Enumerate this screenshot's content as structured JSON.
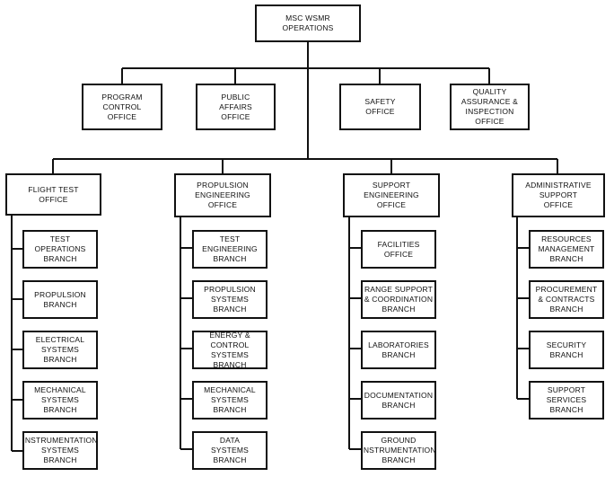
{
  "root": {
    "label": "MSC WSMR\nOPERATIONS"
  },
  "staff_offices": [
    {
      "id": "program-control-office",
      "label": "PROGRAM\nCONTROL\nOFFICE"
    },
    {
      "id": "public-affairs-office",
      "label": "PUBLIC\nAFFAIRS\nOFFICE"
    },
    {
      "id": "safety-office",
      "label": "SAFETY\nOFFICE"
    },
    {
      "id": "quality-assurance-office",
      "label": "QUALITY\nASSURANCE &\nINSPECTION\nOFFICE"
    }
  ],
  "divisions": [
    {
      "id": "flight-test-office",
      "label": "FLIGHT TEST\nOFFICE",
      "branches": [
        {
          "id": "test-operations-branch",
          "label": "TEST\nOPERATIONS\nBRANCH"
        },
        {
          "id": "propulsion-branch",
          "label": "PROPULSION\nBRANCH"
        },
        {
          "id": "electrical-systems-branch",
          "label": "ELECTRICAL\nSYSTEMS\nBRANCH"
        },
        {
          "id": "mechanical-systems-branch",
          "label": "MECHANICAL\nSYSTEMS\nBRANCH"
        },
        {
          "id": "instrumentation-systems-branch",
          "label": "INSTRUMENTATION\nSYSTEMS\nBRANCH"
        }
      ]
    },
    {
      "id": "propulsion-engineering-office",
      "label": "PROPULSION\nENGINEERING\nOFFICE",
      "branches": [
        {
          "id": "test-engineering-branch",
          "label": "TEST\nENGINEERING\nBRANCH"
        },
        {
          "id": "propulsion-systems-branch",
          "label": "PROPULSION\nSYSTEMS\nBRANCH"
        },
        {
          "id": "energy-control-systems-branch",
          "label": "ENERGY &\nCONTROL SYSTEMS\nBRANCH"
        },
        {
          "id": "mechanical-systems-branch-2",
          "label": "MECHANICAL\nSYSTEMS\nBRANCH"
        },
        {
          "id": "data-systems-branch",
          "label": "DATA\nSYSTEMS\nBRANCH"
        }
      ]
    },
    {
      "id": "support-engineering-office",
      "label": "SUPPORT\nENGINEERING\nOFFICE",
      "branches": [
        {
          "id": "facilities-office",
          "label": "FACILITIES\nOFFICE"
        },
        {
          "id": "range-support-branch",
          "label": "RANGE SUPPORT\n& COORDINATION\nBRANCH"
        },
        {
          "id": "laboratories-branch",
          "label": "LABORATORIES\nBRANCH"
        },
        {
          "id": "documentation-branch",
          "label": "DOCUMENTATION\nBRANCH"
        },
        {
          "id": "ground-instrumentation-branch",
          "label": "GROUND\nINSTRUMENTATION\nBRANCH"
        }
      ]
    },
    {
      "id": "administrative-support-office",
      "label": "ADMINISTRATIVE\nSUPPORT\nOFFICE",
      "branches": [
        {
          "id": "resources-management-branch",
          "label": "RESOURCES\nMANAGEMENT\nBRANCH"
        },
        {
          "id": "procurement-contracts-branch",
          "label": "PROCUREMENT\n& CONTRACTS\nBRANCH"
        },
        {
          "id": "security-branch",
          "label": "SECURITY\nBRANCH"
        },
        {
          "id": "support-services-branch",
          "label": "SUPPORT\nSERVICES\nBRANCH"
        }
      ]
    }
  ]
}
